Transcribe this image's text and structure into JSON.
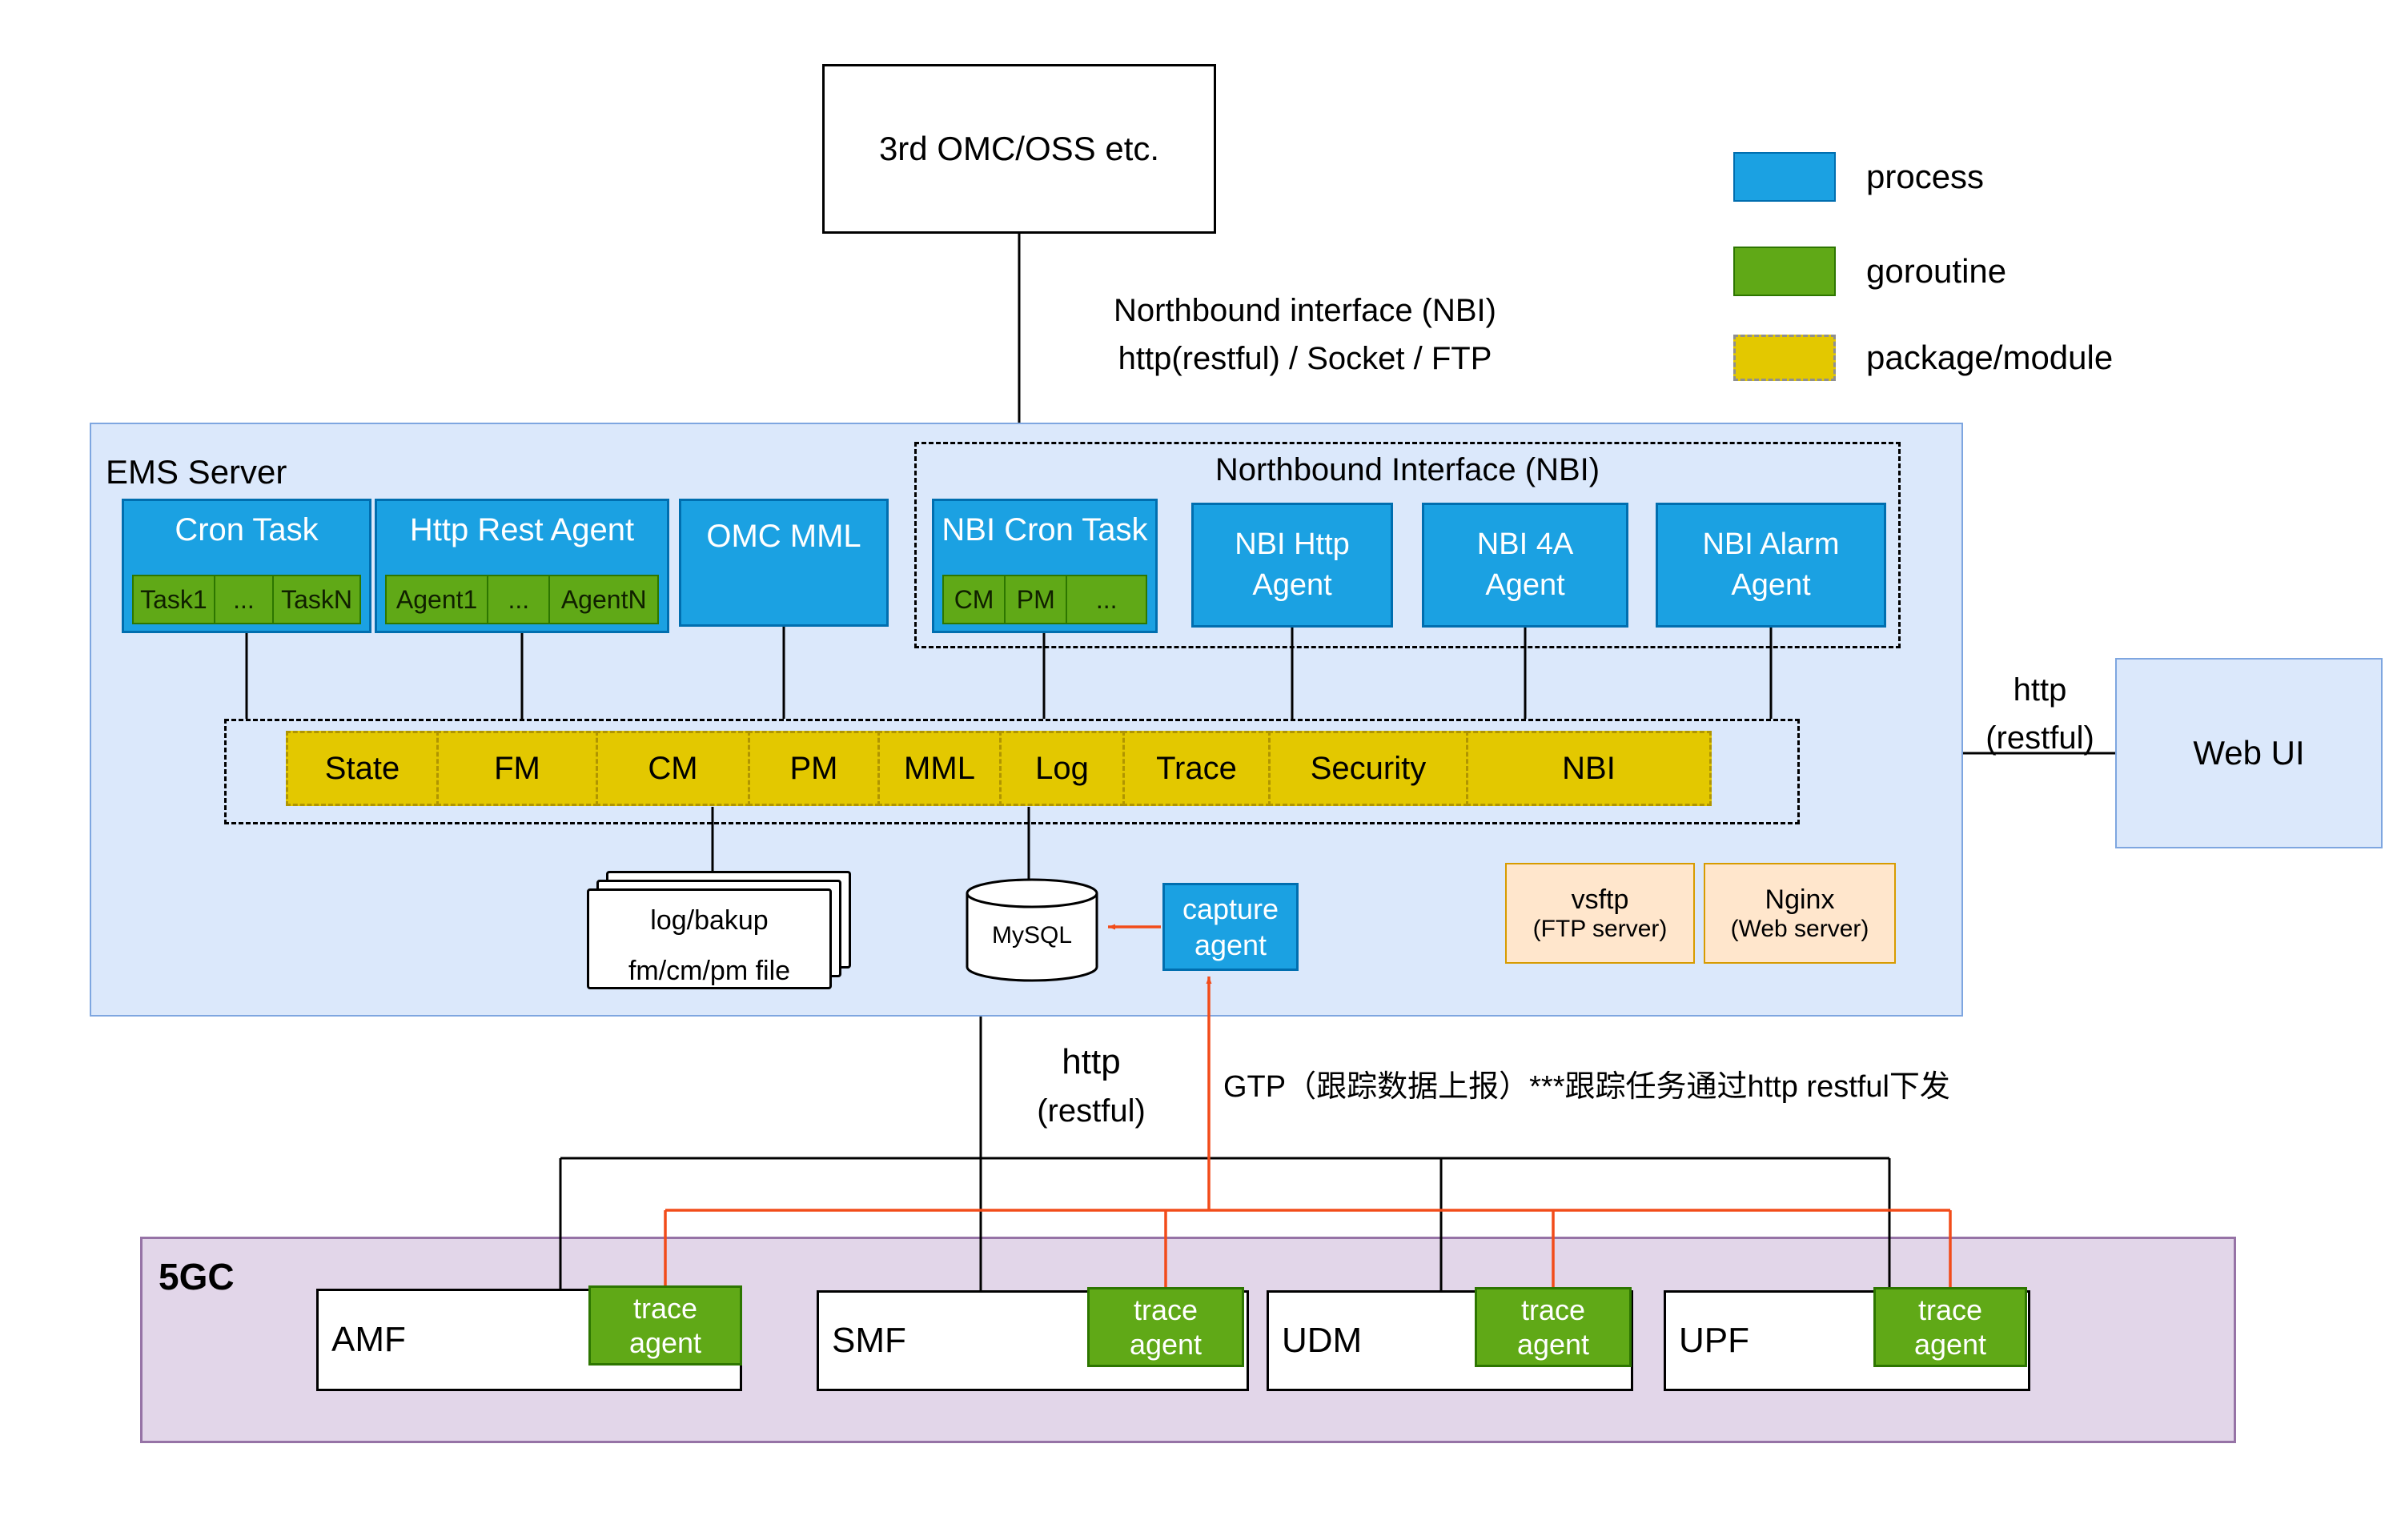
{
  "colors": {
    "process": "#1ba1e2",
    "process_border": "#006eaf",
    "goroutine": "#60a917",
    "goroutine_border": "#2d7600",
    "module": "#e3c800",
    "module_border": "#b09500",
    "ems_fill": "#dbe8fb",
    "ems_border": "#7ea6e0",
    "fivegc_fill": "#e2d6e9",
    "fivegc_border": "#9673a6",
    "server_fill": "#ffe6cc",
    "server_border": "#d79b00",
    "arrow_orange": "#f24c1a"
  },
  "top_box": {
    "label": "3rd OMC/OSS etc."
  },
  "legend": {
    "items": [
      {
        "label": "process",
        "color": "#1ba1e2",
        "style": "solid"
      },
      {
        "label": "goroutine",
        "color": "#60a917",
        "style": "solid"
      },
      {
        "label": "package/module",
        "color": "#e3c800",
        "style": "dashed"
      }
    ]
  },
  "nbi_link": {
    "line1": "Northbound interface (NBI)",
    "line2": "http(restful) / Socket / FTP"
  },
  "ems": {
    "title": "EMS Server",
    "cron_task": {
      "title": "Cron Task",
      "cells": [
        "Task1",
        "...",
        "TaskN"
      ]
    },
    "http_rest_agent": {
      "title": "Http Rest Agent",
      "cells": [
        "Agent1",
        "...",
        "AgentN"
      ]
    },
    "omc_mml": {
      "title": "OMC MML"
    },
    "nbi_group": {
      "title": "Northbound Interface (NBI)",
      "nbi_cron_task": {
        "title": "NBI Cron Task",
        "cells": [
          "CM",
          "PM",
          "..."
        ]
      },
      "nbi_http_agent": "NBI Http Agent",
      "nbi_4a_agent": "NBI 4A Agent",
      "nbi_alarm_agent": "NBI Alarm Agent"
    },
    "modules": [
      "State",
      "FM",
      "CM",
      "PM",
      "MML",
      "Log",
      "Trace",
      "Security",
      "NBI"
    ],
    "file_stack": {
      "line1": "log/bakup",
      "line2": "fm/cm/pm file"
    },
    "mysql": "MySQL",
    "capture_agent": "capture agent",
    "vsftp": {
      "line1": "vsftp",
      "line2": "(FTP server)"
    },
    "nginx": {
      "line1": "Nginx",
      "line2": "(Web server)"
    }
  },
  "web_ui": {
    "label": "Web UI",
    "link_line1": "http",
    "link_line2": "(restful)"
  },
  "south": {
    "http_line1": "http",
    "http_line2": "(restful)",
    "gtp_label": "GTP（跟踪数据上报）***跟踪任务通过http restful下发"
  },
  "fivegc": {
    "title": "5GC",
    "nfs": [
      {
        "name": "AMF",
        "trace": "trace agent"
      },
      {
        "name": "SMF",
        "trace": "trace agent"
      },
      {
        "name": "UDM",
        "trace": "trace agent"
      },
      {
        "name": "UPF",
        "trace": "trace agent"
      }
    ]
  }
}
